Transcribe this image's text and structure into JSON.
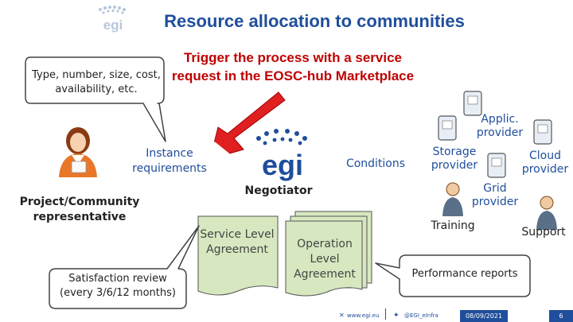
{
  "header": {
    "title": "Resource allocation to communities"
  },
  "bubbles": {
    "type": "Type, number, size, cost, availability, etc.",
    "satisfaction": "Satisfaction review (every 3/6/12 months)",
    "performance": "Performance reports"
  },
  "trigger": "Trigger the process with a service request in the EOSC-hub Marketplace",
  "instance": "Instance requirements",
  "conditions": "Conditions",
  "negotiator": "Negotiator",
  "project_rep": "Project/Community representative",
  "documents": {
    "sla": "Service Level Agreement",
    "ola": "Operation Level Agreement"
  },
  "providers": {
    "applic": "Applic. provider",
    "storage": "Storage provider",
    "cloud": "Cloud provider",
    "grid": "Grid provider",
    "training": "Training",
    "support": "Support"
  },
  "footer": {
    "website": "www.egi.eu",
    "twitter": "@EGI_eInfra",
    "date": "08/09/2021",
    "page": "6"
  },
  "colors": {
    "brand_blue": "#1f4e9c",
    "red": "#c00000",
    "doc_green": "#d7e8c0"
  }
}
